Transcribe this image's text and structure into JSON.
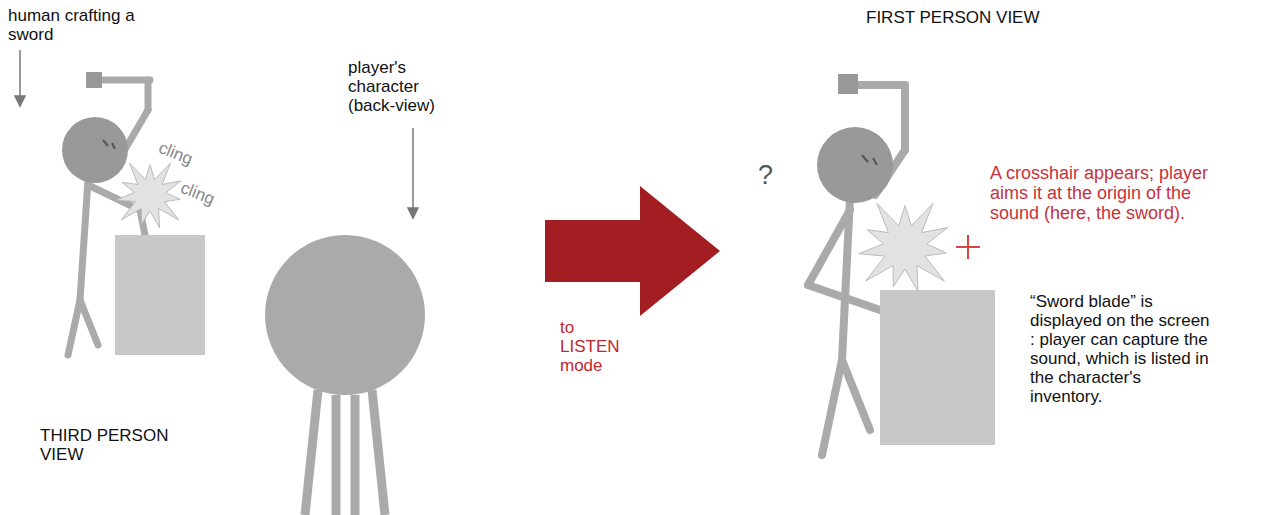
{
  "diagram": {
    "labels": [
      "human crafting a sword",
      "cling",
      "cling",
      "player's character (back-view)",
      "THIRD PERSON VIEW",
      "to LISTEN mode",
      "FIRST PERSON VIEW",
      "?",
      "A crosshair appears; player aims it at the origin of the sound (here, the sword).",
      "“Sword blade” is displayed on the screen : player can capture the sound, which is listed in the character's inventory."
    ]
  }
}
